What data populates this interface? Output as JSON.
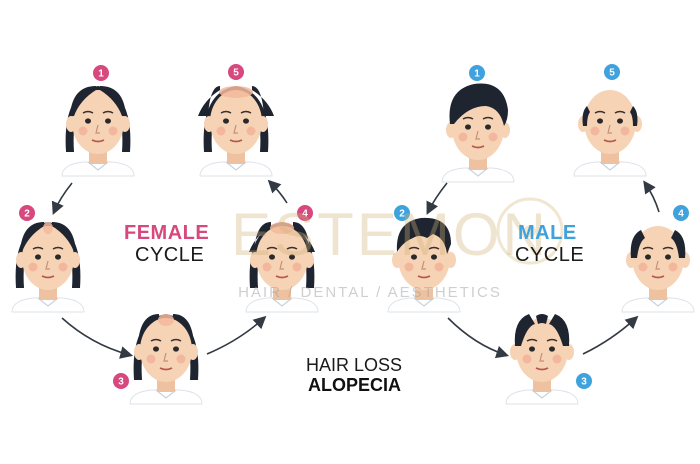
{
  "female": {
    "title": "FEMALE",
    "subtitle": "CYCLE",
    "badge_color": "#d6487e",
    "steps": [
      "1",
      "2",
      "3",
      "4",
      "5"
    ]
  },
  "male": {
    "title": "MALE",
    "subtitle": "CYCLE",
    "badge_color": "#3fa2dc",
    "steps": [
      "1",
      "2",
      "3",
      "4",
      "5"
    ]
  },
  "center": {
    "line1": "HAIR LOSS",
    "line2": "ALOPECIA"
  },
  "watermark": {
    "brand": "ESTEMON",
    "tagline": "HAIR / DENTAL / AESTHETICS"
  },
  "colors": {
    "female_accent": "#d6487e",
    "male_accent": "#3fa2dc",
    "hair": "#1f2530",
    "skin": "#f6d3b5",
    "shirt": "#ffffff",
    "arrow": "#333a44"
  }
}
